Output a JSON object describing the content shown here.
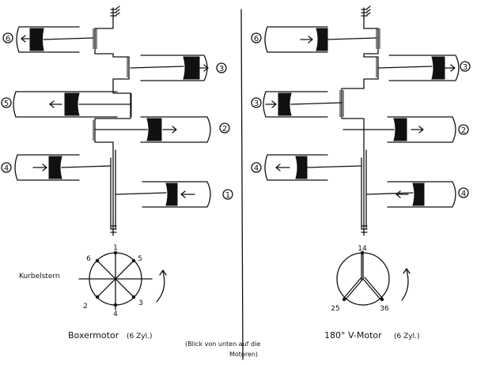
{
  "figure": {
    "left_title": "Boxermotor",
    "left_subtitle": "(6 Zyl.)",
    "right_title": "180° V-Motor",
    "right_subtitle": "(6 Zyl.)",
    "crank_star_label": "Kurbelstern",
    "note_line1": "(Blick von unten auf die",
    "note_line2": "Motoren)"
  },
  "left_engine": {
    "cylinders": [
      {
        "number": "6",
        "arrow": "left"
      },
      {
        "number": "3",
        "arrow": "right"
      },
      {
        "number": "5",
        "arrow": "left"
      },
      {
        "number": "2",
        "arrow": "right"
      },
      {
        "number": "4",
        "arrow": "right"
      },
      {
        "number": "1",
        "arrow": "left"
      }
    ],
    "crank_star_labels": [
      "1",
      "5",
      "3",
      "4",
      "2",
      "6"
    ]
  },
  "right_engine": {
    "cylinders": [
      {
        "number": "6",
        "arrow": "right"
      },
      {
        "number": "3",
        "arrow": "right"
      },
      {
        "number": "3",
        "arrow": "right"
      },
      {
        "number": "2",
        "arrow": "right"
      },
      {
        "number": "4",
        "arrow": "left"
      },
      {
        "number": "4",
        "arrow": "left"
      }
    ],
    "crank_star_labels": [
      "14",
      "36",
      "25"
    ]
  }
}
